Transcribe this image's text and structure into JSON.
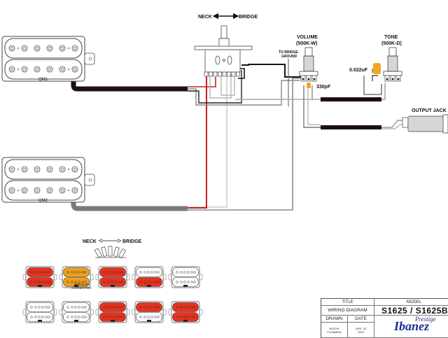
{
  "header": {
    "neck_label": "NECK",
    "bridge_label": "BRIDGE"
  },
  "pots": {
    "volume": {
      "name": "VOLUME",
      "value": "(500K-W)"
    },
    "tone": {
      "name": "TONE",
      "value": "(500K-D)"
    }
  },
  "labels": {
    "to_bridge_ground_1": "TO BRIDGE",
    "to_bridge_ground_2": "GROUND",
    "cap_tone": "0.022uF",
    "cap_volume": "330pF",
    "output_jack": "OUTPUT JACK"
  },
  "pickups": {
    "neck_brand": "QM1",
    "bridge_brand": "QM2"
  },
  "switch_legend": {
    "neck_label": "NECK",
    "bridge_label": "BRIDGE",
    "parallel_note_1": "PARALLEL",
    "parallel_note_2": "CONNECTED",
    "row1": [
      {
        "pickup": "neck",
        "top_coil": "active",
        "bottom_coil": "active",
        "color": "#e8321e"
      },
      {
        "pickup": "neck",
        "top_coil": "active",
        "bottom_coil": "active",
        "color": "#f0a020",
        "note": "parallel"
      },
      {
        "pickup": "neck",
        "top_coil": "active",
        "bottom_coil": "active",
        "color": "#e8321e"
      },
      {
        "pickup": "neck",
        "top_coil": "inactive",
        "bottom_coil": "active",
        "color": "#e8321e"
      },
      {
        "pickup": "neck",
        "top_coil": "inactive",
        "bottom_coil": "inactive",
        "color": "#ffffff"
      }
    ],
    "row2": [
      {
        "pickup": "bridge",
        "top_coil": "inactive",
        "bottom_coil": "inactive",
        "color": "#ffffff"
      },
      {
        "pickup": "bridge",
        "top_coil": "inactive",
        "bottom_coil": "inactive",
        "color": "#ffffff"
      },
      {
        "pickup": "bridge",
        "top_coil": "active",
        "bottom_coil": "active",
        "color": "#e8321e"
      },
      {
        "pickup": "bridge",
        "top_coil": "active",
        "bottom_coil": "inactive",
        "color": "#e8321e"
      },
      {
        "pickup": "bridge",
        "top_coil": "active",
        "bottom_coil": "active",
        "color": "#e8321e"
      }
    ]
  },
  "title_block": {
    "title_header": "TITLE",
    "title_value": "WIRING DIAGRAM",
    "model_header": "MODEL",
    "model_value": "S1625 / S1625B",
    "drawn_header": "DRAWN",
    "date_header": "DATE",
    "drawn_line1": "KOICHI",
    "drawn_line2": "FUJIWARA",
    "date_line1": "APR. 20",
    "date_line2": "2004",
    "brand": "Ibanez",
    "brand_sub": "Prestige"
  },
  "colors": {
    "hot_wire": "#c8201a",
    "cable_black": "#1e1010",
    "cable_gray": "#7a7a7a",
    "capacitor": "#f0a820",
    "coil_active": "#e8321e",
    "coil_parallel": "#f0a020",
    "brand_blue": "#1c2f8f"
  }
}
